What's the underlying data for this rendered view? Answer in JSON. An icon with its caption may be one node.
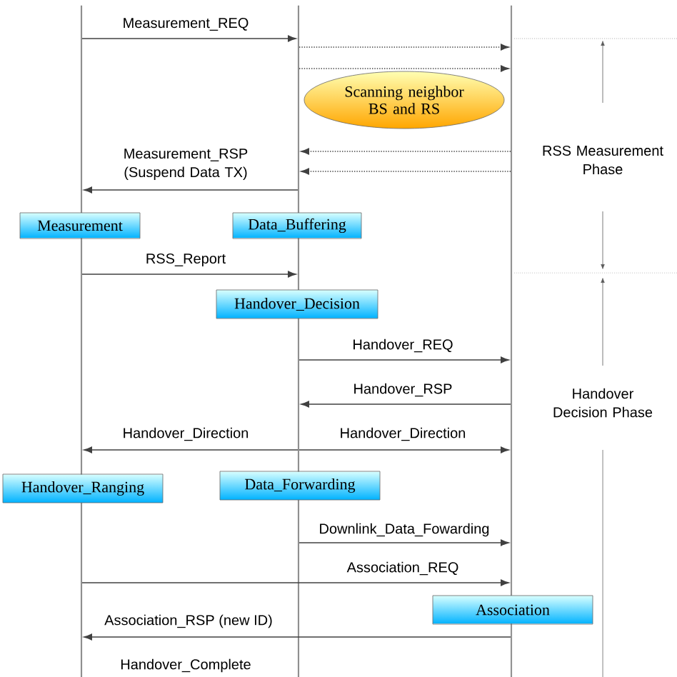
{
  "diagram": {
    "nodes": [
      {
        "text": [],
        "shape": "bar"
      },
      {
        "text": [],
        "shape": "bar"
      },
      {
        "text": [],
        "shape": "bar"
      },
      {
        "text": [
          "Scanning neighbor BS and RS"
        ]
      },
      {
        "text": [
          "Measurement"
        ]
      },
      {
        "text": [
          "Data_Buffering"
        ]
      },
      {
        "text": [
          "Handover_Decision"
        ]
      },
      {
        "text": [
          "Handover_Ranging"
        ]
      },
      {
        "text": [
          "Data_Forwarding"
        ]
      },
      {
        "text": [
          "Association"
        ]
      }
    ],
    "edges": [
      {
        "from": 0,
        "to": 1,
        "arrow": "to",
        "label": "Measurement_REQ"
      },
      {
        "from": 1,
        "to": 2,
        "arrow": "to",
        "style": "dashed"
      },
      {
        "from": 1,
        "to": 2,
        "arrow": "to",
        "style": "dashed"
      },
      {
        "from": 2,
        "to": 1,
        "arrow": "to",
        "style": "dashed"
      },
      {
        "from": 2,
        "to": 1,
        "arrow": "to",
        "style": "dashed"
      },
      {
        "from": 1,
        "to": 0,
        "arrow": "to",
        "label": "Measurement_RSP (Suspend Data TX)"
      },
      {
        "from": 0,
        "to": 1,
        "arrow": "to",
        "label": "RSS_Report"
      },
      {
        "from": 1,
        "to": 2,
        "arrow": "to",
        "label": "Handover_REQ"
      },
      {
        "from": 2,
        "to": 1,
        "arrow": "to",
        "label": "Handover_RSP"
      },
      {
        "from": 1,
        "to": 0,
        "arrow": "to",
        "label": "Handover_Direction"
      },
      {
        "from": 1,
        "to": 2,
        "arrow": "to",
        "label": "Handover_Direction"
      },
      {
        "from": 1,
        "to": 2,
        "arrow": "to",
        "label": "Downlink_Data_Fowarding"
      },
      {
        "from": 0,
        "to": 2,
        "arrow": "to",
        "label": "Association_REQ"
      },
      {
        "from": 2,
        "to": 0,
        "arrow": "to",
        "label": "Association_RSP (new ID)"
      }
    ],
    "labels": [
      "RSS Measurement Phase",
      "Handover Decision Phase",
      "Handover_Complete"
    ]
  }
}
